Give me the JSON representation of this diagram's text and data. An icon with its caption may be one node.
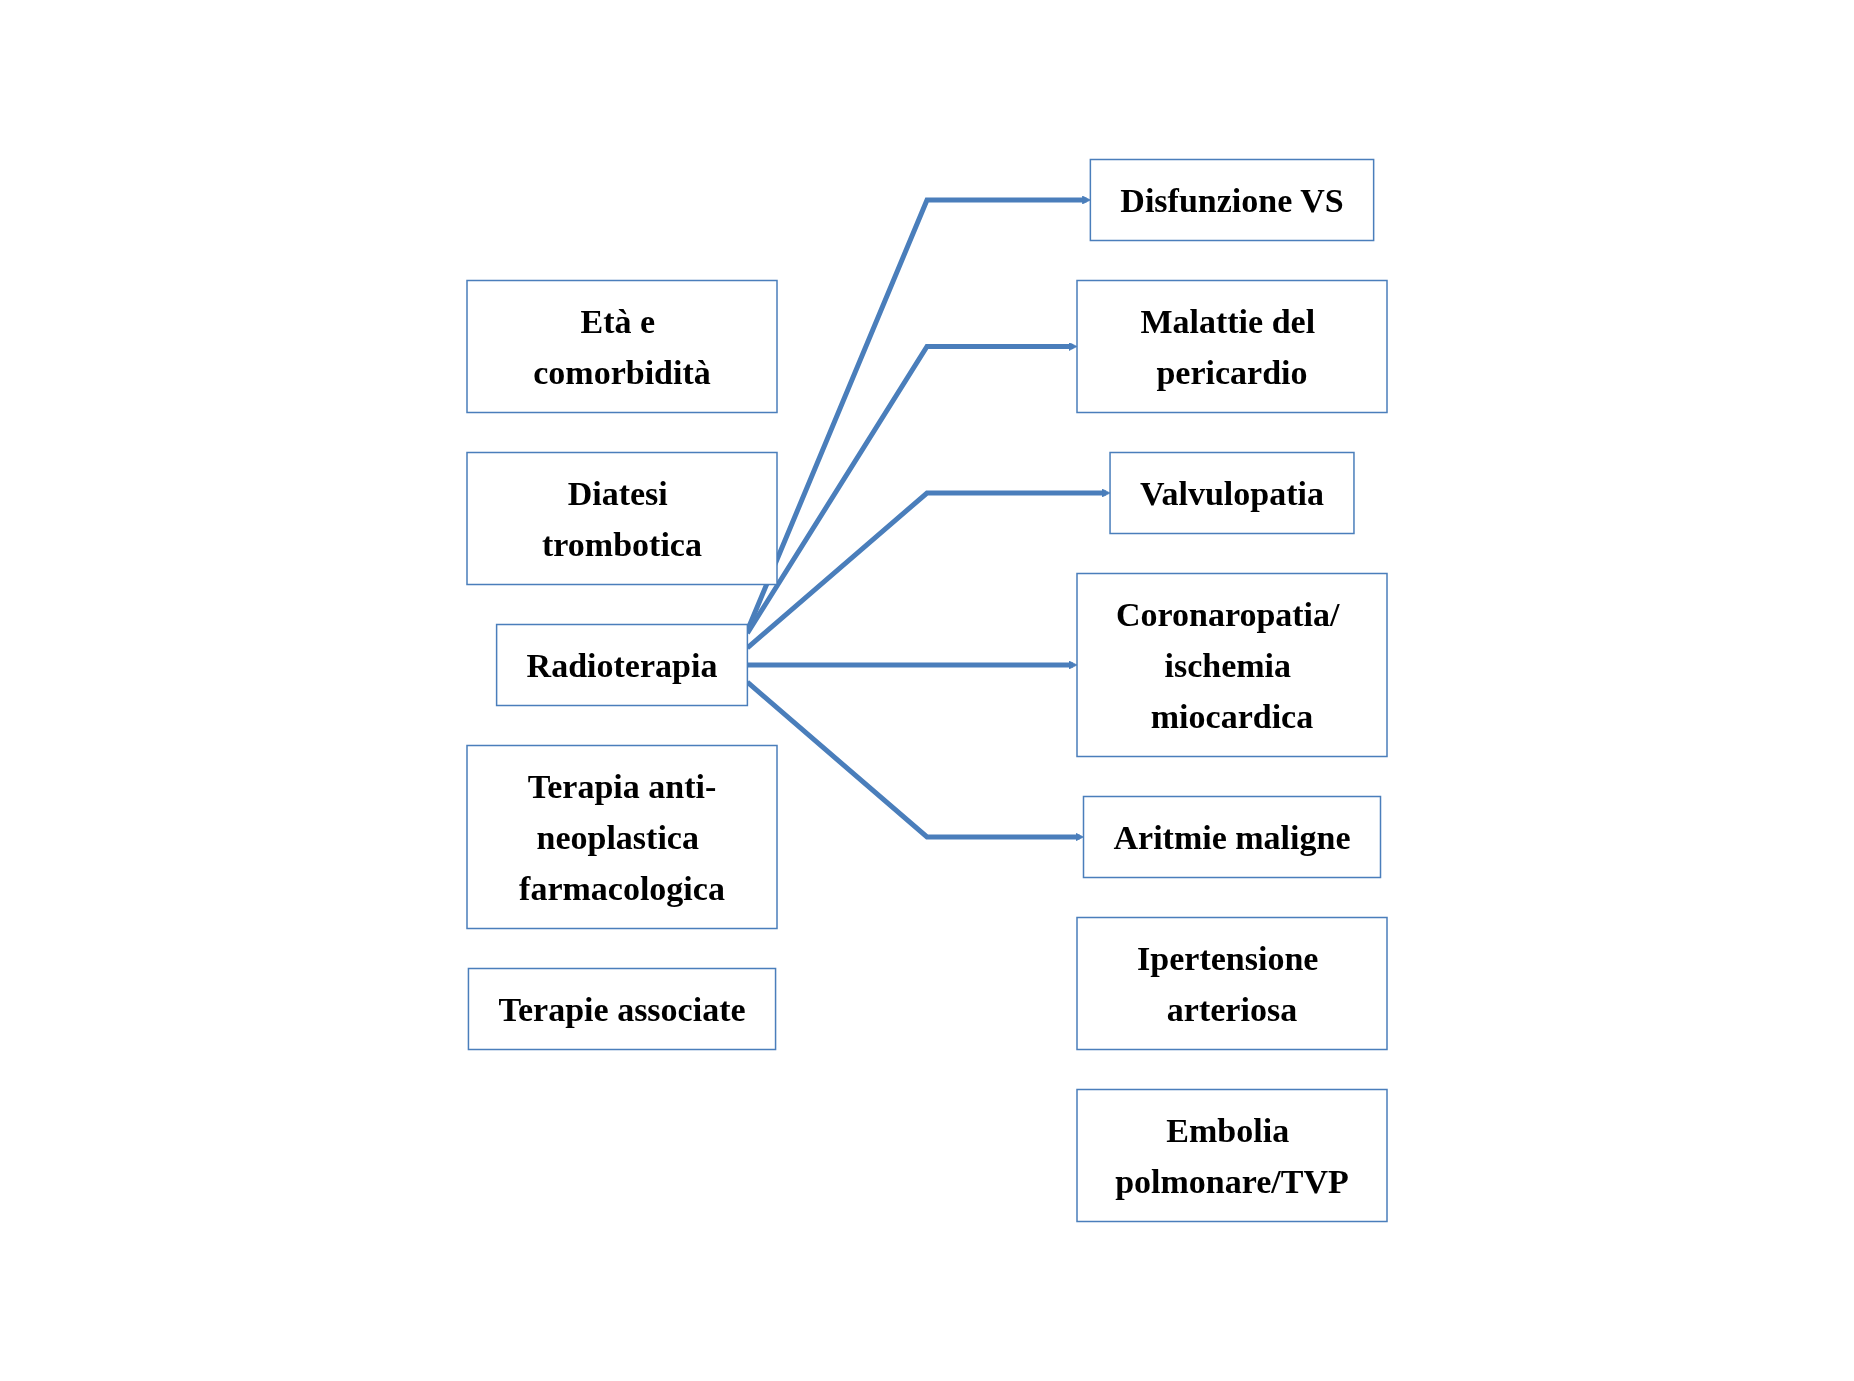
{
  "diagram": {
    "nodes": [
      {
        "text": [
          "Età e comorbidità"
        ]
      },
      {
        "text": [
          "Diatesi trombotica"
        ]
      },
      {
        "text": [
          "Radioterapia"
        ]
      },
      {
        "text": [
          "Terapia anti-neoplastica farmacologica"
        ]
      },
      {
        "text": [
          "Terapie associate"
        ]
      },
      {
        "text": [
          "Disfunzione VS"
        ]
      },
      {
        "text": [
          "Ipertensione arteriosa"
        ]
      },
      {
        "text": [
          "Malattie del pericardio"
        ]
      },
      {
        "text": [
          "Valvulopatia"
        ]
      },
      {
        "text": [
          "Embolia polmonare/TVP"
        ]
      },
      {
        "text": [
          "Coronaropatia/ ischemia miocardica"
        ]
      },
      {
        "text": [
          "Aritmie maligne"
        ]
      }
    ],
    "edges": [
      {
        "from": 2,
        "to": 5,
        "arrow": "to"
      },
      {
        "from": 2,
        "to": 7,
        "arrow": "to"
      },
      {
        "from": 2,
        "to": 8,
        "arrow": "to"
      },
      {
        "from": 2,
        "to": 10,
        "arrow": "to"
      },
      {
        "from": 2,
        "to": 11,
        "arrow": "to"
      }
    ]
  }
}
